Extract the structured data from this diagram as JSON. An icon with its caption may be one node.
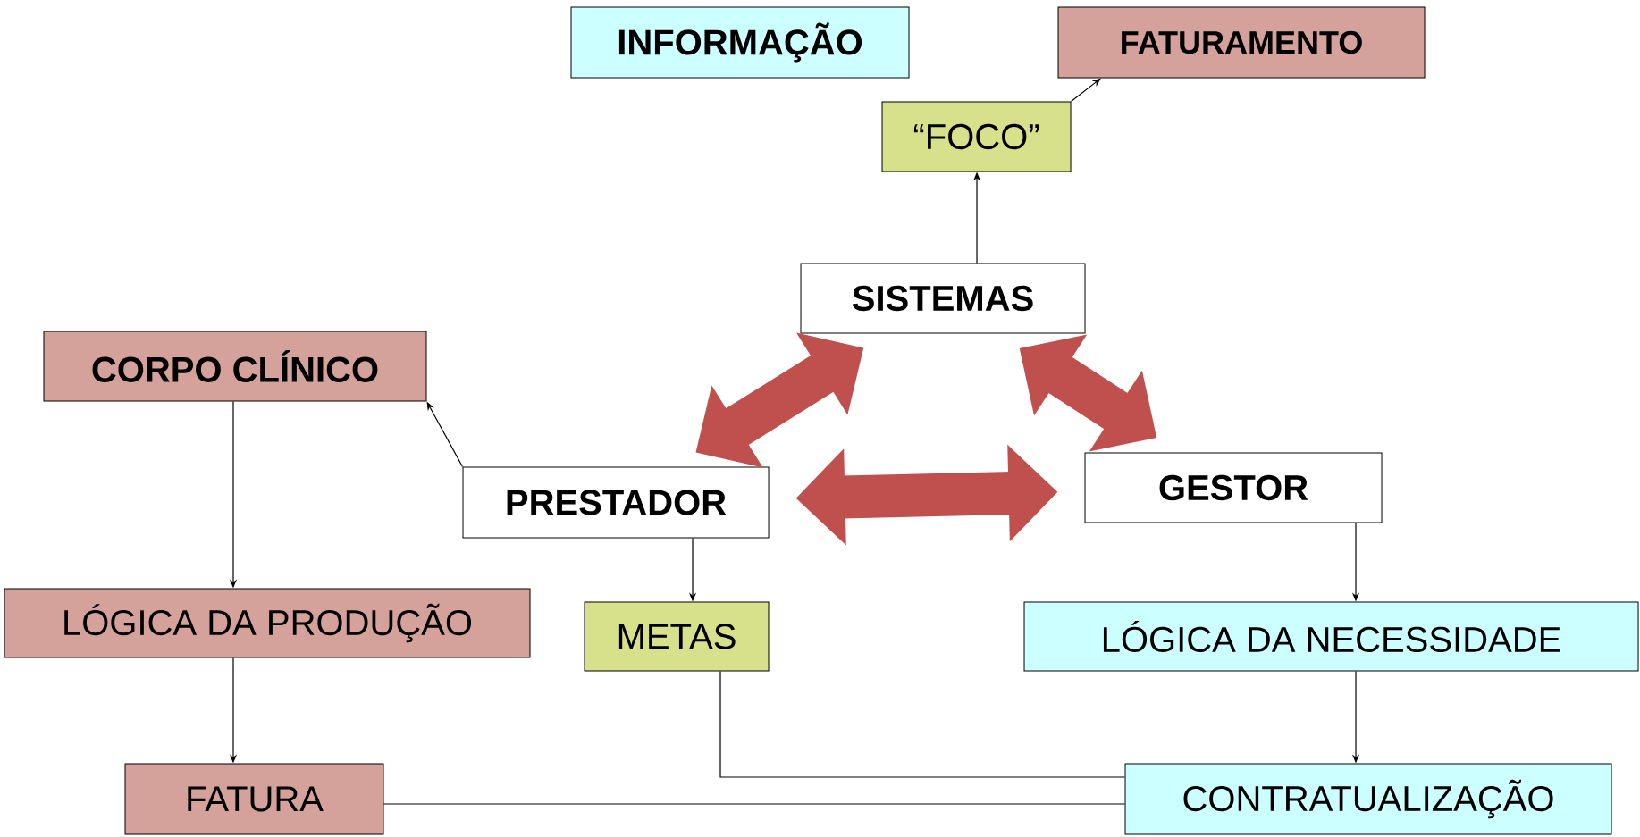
{
  "diagram": {
    "nodes": [
      {
        "text": [
          "INFORMAÇÃO"
        ]
      },
      {
        "text": [
          "FATURAMENTO"
        ]
      },
      {
        "text": [
          "“FOCO”"
        ]
      },
      {
        "text": [
          "SISTEMAS"
        ]
      },
      {
        "text": [
          "CORPO CLÍNICO"
        ]
      },
      {
        "text": [
          "PRESTADOR"
        ]
      },
      {
        "text": [
          "GESTOR"
        ]
      },
      {
        "text": [
          "LÓGICA DA PRODUÇÃO"
        ]
      },
      {
        "text": [
          "METAS"
        ]
      },
      {
        "text": [
          "LÓGICA DA NECESSIDADE"
        ]
      },
      {
        "text": [
          "FATURA"
        ]
      },
      {
        "text": [
          "CONTRATUALIZAÇÃO"
        ]
      }
    ],
    "edges": [
      {
        "from": 2,
        "to": 1,
        "arrow": "to"
      },
      {
        "from": 3,
        "to": 2,
        "arrow": "to"
      },
      {
        "from": 3,
        "to": 5,
        "arrow": "both",
        "style": "thick",
        "color": "#c0504d"
      },
      {
        "from": 3,
        "to": 6,
        "arrow": "both",
        "style": "thick",
        "color": "#c0504d"
      },
      {
        "from": 5,
        "to": 6,
        "arrow": "both",
        "style": "thick",
        "color": "#c0504d"
      },
      {
        "from": 5,
        "to": 4,
        "arrow": "to"
      },
      {
        "from": 4,
        "to": 7,
        "arrow": "to"
      },
      {
        "from": 7,
        "to": 10,
        "arrow": "to"
      },
      {
        "from": 5,
        "to": 8,
        "arrow": "to"
      },
      {
        "from": 6,
        "to": 9,
        "arrow": "to"
      },
      {
        "from": 9,
        "to": 11,
        "arrow": "to"
      },
      {
        "from": 8,
        "to": 11,
        "arrow": "none"
      },
      {
        "from": 10,
        "to": 11,
        "arrow": "none"
      }
    ]
  }
}
